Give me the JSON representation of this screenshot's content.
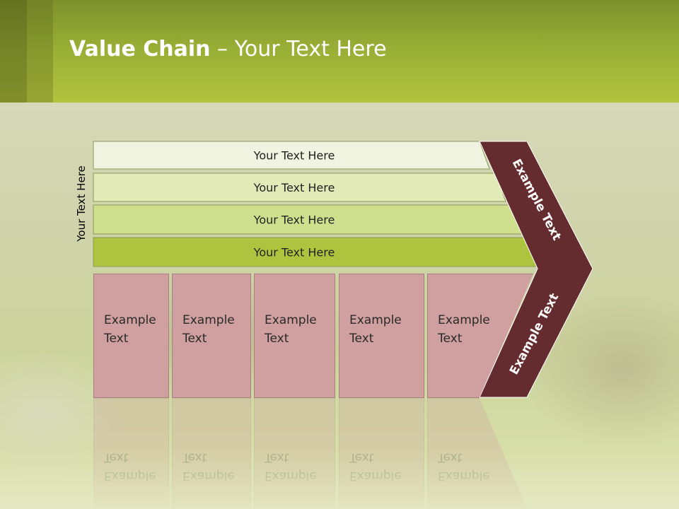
{
  "title": {
    "bold": "Value Chain",
    "rest": " – Your Text Here"
  },
  "side_label": "Your Text Here",
  "bars": [
    {
      "label": "Your Text Here",
      "fill": "#f0f3df"
    },
    {
      "label": "Your Text Here",
      "fill": "#e2eab8"
    },
    {
      "label": "Your Text Here",
      "fill": "#d0df8e"
    },
    {
      "label": "Your Text Here",
      "fill": "#aec43e"
    }
  ],
  "boxes": [
    {
      "label": "Example\nText"
    },
    {
      "label": "Example\nText"
    },
    {
      "label": "Example\nText"
    },
    {
      "label": "Example\nText"
    },
    {
      "label": "Example\nText"
    }
  ],
  "chevron": {
    "upper_label": "Example Text",
    "lower_label": "Example Text",
    "fill": "#652c30"
  },
  "colors": {
    "header": "#a0b53a",
    "box": "#d09fa0"
  }
}
